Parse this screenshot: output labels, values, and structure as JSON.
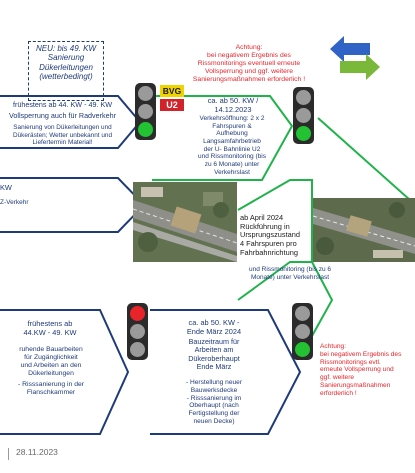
{
  "top_note": [
    "NEU: bis 49. KW",
    "Sanierung",
    "Dükerleitungen",
    "(wetterbedingt)"
  ],
  "warning_top": [
    "Achtung:",
    "bei negativem Ergebnis des",
    "Rissmonitorings eventuell erneute",
    "Vollsperrung  und ggf. weitere",
    "Sanierungsmaßnahmen erforderlich !"
  ],
  "stage1": {
    "title": "frühestens ab 44. KW - 49. KW",
    "sub": "Vollsperrung auch für Radverkehr",
    "detail": [
      "Sanierung von Dükerleitungen und",
      "Dükerästen; Wetter unbekannt und",
      "Liefertermin Material!"
    ]
  },
  "bvg_label": "BVG",
  "u2_label": "U2",
  "stage2": {
    "title": [
      "ca. ab 50. KW /",
      "14.12.2023"
    ],
    "detail": [
      "Verkehrsöffnung: 2 x 2",
      "Fahrspuren &",
      "Aufhebung",
      "Langsamfahrbetrieb",
      "der U- Bahnlinie U2",
      "und Rissmonitoring (bis",
      "zu 6 Monate) unter",
      "Verkehrslast"
    ]
  },
  "left_fragment": [
    "KW",
    "Z-Verkehr"
  ],
  "stage3": {
    "title": [
      "ab April 2024",
      "Rückführung in",
      "Ursprungszustand",
      "4 Fahrspuren pro",
      "Fahrbahnrichtung"
    ],
    "detail": [
      "und Rissmonitoring (bis zu 6",
      "Monate) unter Verkehrslast"
    ]
  },
  "stage4": {
    "title": [
      "frühestens ab",
      "44.KW - 49. KW"
    ],
    "detail": [
      "ruhende Bauarbeiten",
      "für Zugänglichkeit",
      "und Arbeiten an den",
      "Dükerleitungen"
    ],
    "extra": [
      "- Risssanierung in der",
      "Flanschkammer"
    ]
  },
  "stage5": {
    "title": [
      "ca. ab 50. KW -",
      "Ende März 2024"
    ],
    "subtitle": [
      "Bauzeitraum für",
      "Arbeiten am",
      "Dükeroberhaupt",
      "Ende März"
    ],
    "detail": [
      "- Herstellung neuer",
      "Bauwerksdecke",
      "- Risssanierung im",
      "Oberhaupt (nach",
      "Fertigstellung der",
      "neuen Decke)"
    ]
  },
  "warning_bottom": [
    "Achtung:",
    "bei negativem Ergebnis des",
    "Rissmonitorings evtl.",
    "erneute Vollsperrung und",
    "ggf. weitere",
    "Sanierungsmaßnahmen",
    "erforderlich !"
  ],
  "footer_date": "28.11.2023",
  "colors": {
    "navy": "#1f3a7a",
    "green": "#1fb34a",
    "red": "#e8232a",
    "bvg_yellow": "#f0d400",
    "u2_red": "#d2232a",
    "arrow_blue": "#2f64c6",
    "arrow_green": "#7ab83a"
  }
}
